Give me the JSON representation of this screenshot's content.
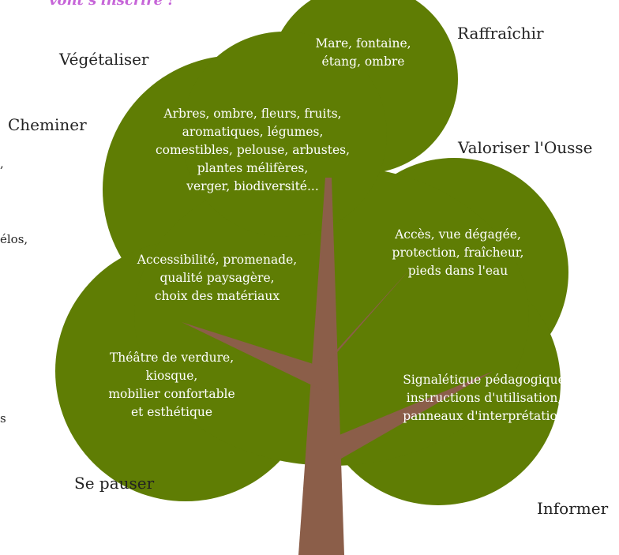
{
  "heading_fragment": "vont s'inscrire !",
  "colors": {
    "foliage": "#5f7d04",
    "trunk": "#8b5e49",
    "text_dark": "#222222",
    "text_light": "#ffffff",
    "heading": "#c665d8"
  },
  "outer_labels": {
    "rafraichir": "Raffraîchir",
    "vegetaliser": "Végétaliser",
    "cheminer": "Cheminer",
    "valoriser": "Valoriser l'Ousse",
    "se_pauser": "Se pauser",
    "informer": "Informer"
  },
  "edge_fragments": {
    "comma": ",",
    "velos": "élos,",
    "s": "s"
  },
  "blocks": {
    "water": [
      "Mare, fontaine,",
      "étang, ombre"
    ],
    "plants": [
      "Arbres, ombre, fleurs, fruits,",
      "aromatiques,  légumes,",
      "comestibles, pelouse, arbustes,",
      "plantes mélifères,",
      "verger, biodiversité..."
    ],
    "access": [
      "Accès, vue dégagée,",
      "protection, fraîcheur,",
      "pieds dans l'eau"
    ],
    "walk": [
      "Accessibilité, promenade,",
      "qualité paysagère,",
      "choix des matériaux"
    ],
    "rest": [
      "Théâtre de verdure,",
      "kiosque,",
      "mobilier confortable",
      "et esthétique"
    ],
    "inform": [
      "Signalétique pédagogique",
      "instructions d'utilisation,",
      "panneaux d'interprétation"
    ]
  }
}
